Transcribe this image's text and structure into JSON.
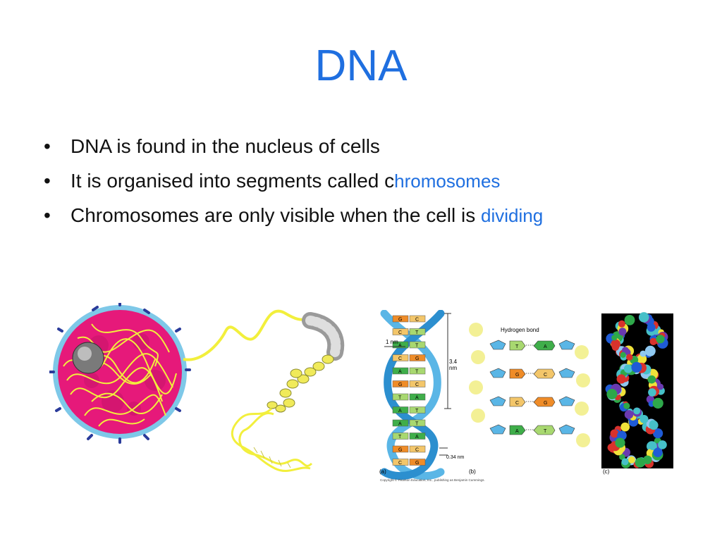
{
  "title": "DNA",
  "bullets": [
    {
      "text": "DNA is found in the nucleus of cells"
    },
    {
      "text": "It is organised into segments called c",
      "highlight": "hromosomes"
    },
    {
      "text": "Chromosomes are only visible when the cell is ",
      "highlight": "dividing"
    }
  ],
  "bullet_symbol": "•",
  "figure_b": {
    "label_a": "(a)",
    "label_b": "(b)",
    "label_c": "(c)",
    "hydrogen_bond": "Hydrogen bond",
    "dim_1nm": "1 nm",
    "dim_34nm_top": "3.4",
    "dim_34nm_bottom": "nm",
    "dim_034nm": "0.34 nm",
    "copyright": "Copyright © Pearson Education, Inc., publishing as Benjamin Cummings.",
    "bases_left": [
      "G",
      "C",
      "A",
      "C",
      "A",
      "G",
      "T",
      "A",
      "A",
      "T",
      "G",
      "C"
    ],
    "bases_right": [
      "C",
      "T",
      "T",
      "G",
      "T",
      "C",
      "A",
      "T",
      "T",
      "A",
      "C",
      "G"
    ],
    "pairs_mid": [
      [
        "T",
        "A"
      ],
      [
        "G",
        "C"
      ],
      [
        "C",
        "G"
      ],
      [
        "A",
        "T"
      ]
    ]
  },
  "colors": {
    "title": "#1f6fe0",
    "highlight": "#1f6fe0",
    "text": "#111111",
    "nucleus_fill": "#e6197a",
    "nucleus_ring": "#7ec8e8",
    "chromatin": "#f2ef3c",
    "helix_blue": "#5ab6e6",
    "base_orange": "#ef8c28",
    "base_green": "#3fae4a",
    "model_bg": "#000000"
  }
}
